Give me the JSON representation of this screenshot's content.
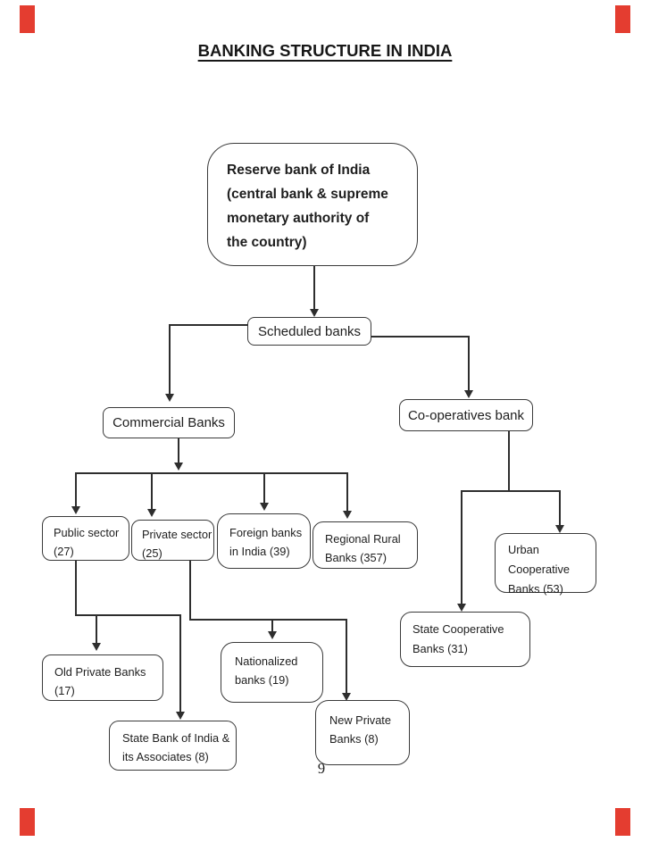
{
  "page": {
    "title": "BANKING STRUCTURE IN INDIA",
    "page_number": "9",
    "accent_color": "#e43d30",
    "line_color": "#2e2e2e"
  },
  "nodes": {
    "rbi": {
      "lines": [
        "Reserve bank of India",
        "(central bank & supreme",
        "monetary authority of",
        "the country)"
      ]
    },
    "scheduled_banks": {
      "label": "Scheduled banks"
    },
    "commercial_banks": {
      "label": "Commercial Banks"
    },
    "cooperatives_bank": {
      "label": "Co-operatives bank"
    },
    "public_sector": {
      "lines": [
        "Public sector",
        "(27)"
      ]
    },
    "private_sector": {
      "lines": [
        "Private sector",
        "(25)"
      ]
    },
    "foreign_banks": {
      "lines": [
        "Foreign banks",
        "in India (39)"
      ]
    },
    "regional_rural": {
      "lines": [
        "Regional Rural",
        "Banks (357)"
      ]
    },
    "urban_cooperative": {
      "lines": [
        "Urban",
        "Cooperative",
        "Banks (53)"
      ]
    },
    "state_cooperative": {
      "lines": [
        "State Cooperative",
        "Banks (31)"
      ]
    },
    "old_private_banks": {
      "lines": [
        "Old Private Banks",
        "(17)"
      ]
    },
    "sbi_associates": {
      "lines": [
        "State Bank of India &",
        "its Associates (8)"
      ]
    },
    "nationalized_banks": {
      "lines": [
        "Nationalized",
        "banks (19)"
      ]
    },
    "new_private_banks": {
      "lines": [
        "New Private",
        "Banks (8)"
      ]
    }
  }
}
